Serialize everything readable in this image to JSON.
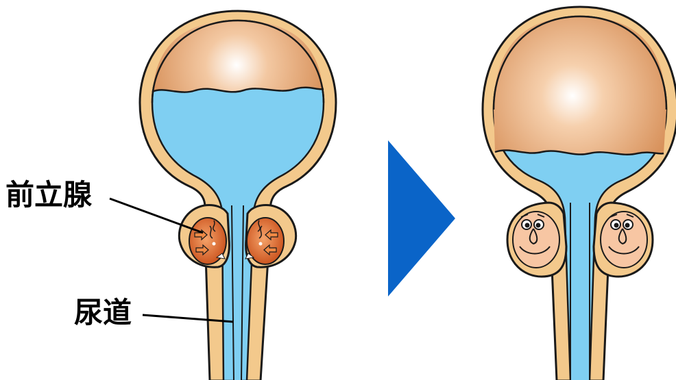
{
  "labels": {
    "prostate": "前立腺",
    "urethra": "尿道"
  },
  "colors": {
    "wall": "#f3c98c",
    "outline": "#1a1a1a",
    "urine": "#7fcff2",
    "bladder_empty": "#d9965f",
    "prostate_enlarged": "#d8642a",
    "prostate_normal": "#f7c6a3",
    "arrow": "#0a64c8"
  },
  "states": [
    {
      "name": "enlarged-prostate",
      "urine_level": "high"
    },
    {
      "name": "normal-prostate",
      "urine_level": "low"
    }
  ],
  "icons": {
    "transition": "play-arrow-icon",
    "face": "smiley-face-icon"
  }
}
